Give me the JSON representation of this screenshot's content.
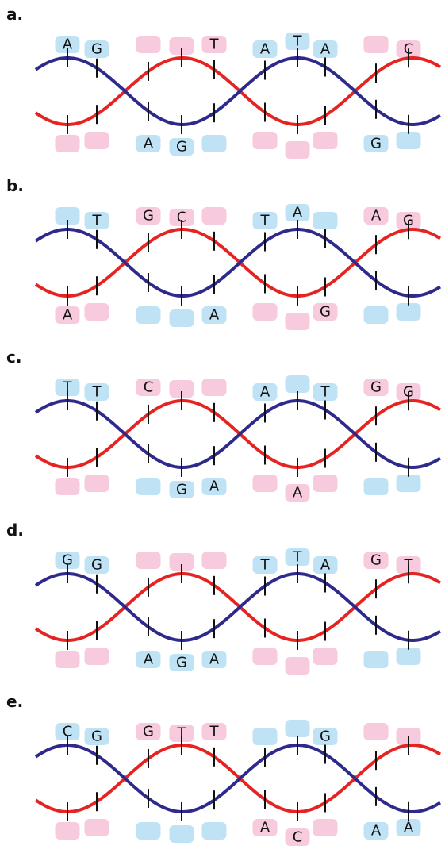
{
  "colors": {
    "strand_blue": "#2e2a8c",
    "strand_red": "#e52421",
    "box_blue": "#bfe3f5",
    "box_pink": "#f7cadd",
    "rung": "#111111"
  },
  "panels": [
    {
      "label": "a.",
      "top": [
        {
          "c": "blue",
          "t": "A"
        },
        {
          "c": "blue",
          "t": "G"
        },
        {
          "c": "pink",
          "t": ""
        },
        {
          "c": "pink",
          "t": ""
        },
        {
          "c": "pink",
          "t": "T"
        },
        {
          "c": "blue",
          "t": "A"
        },
        {
          "c": "blue",
          "t": "T"
        },
        {
          "c": "blue",
          "t": "A"
        },
        {
          "c": "pink",
          "t": ""
        },
        {
          "c": "pink",
          "t": "C"
        }
      ],
      "bottom": [
        {
          "c": "pink",
          "t": ""
        },
        {
          "c": "pink",
          "t": ""
        },
        {
          "c": "blue",
          "t": "A"
        },
        {
          "c": "blue",
          "t": "G"
        },
        {
          "c": "blue",
          "t": ""
        },
        {
          "c": "pink",
          "t": ""
        },
        {
          "c": "pink",
          "t": ""
        },
        {
          "c": "pink",
          "t": ""
        },
        {
          "c": "blue",
          "t": "G"
        },
        {
          "c": "blue",
          "t": ""
        }
      ]
    },
    {
      "label": "b.",
      "top": [
        {
          "c": "blue",
          "t": ""
        },
        {
          "c": "blue",
          "t": "T"
        },
        {
          "c": "pink",
          "t": "G"
        },
        {
          "c": "pink",
          "t": "C"
        },
        {
          "c": "pink",
          "t": ""
        },
        {
          "c": "blue",
          "t": "T"
        },
        {
          "c": "blue",
          "t": "A"
        },
        {
          "c": "blue",
          "t": ""
        },
        {
          "c": "pink",
          "t": "A"
        },
        {
          "c": "pink",
          "t": "G"
        }
      ],
      "bottom": [
        {
          "c": "pink",
          "t": "A"
        },
        {
          "c": "pink",
          "t": ""
        },
        {
          "c": "blue",
          "t": ""
        },
        {
          "c": "blue",
          "t": ""
        },
        {
          "c": "blue",
          "t": "A"
        },
        {
          "c": "pink",
          "t": ""
        },
        {
          "c": "pink",
          "t": ""
        },
        {
          "c": "pink",
          "t": "G"
        },
        {
          "c": "blue",
          "t": ""
        },
        {
          "c": "blue",
          "t": ""
        }
      ]
    },
    {
      "label": "c.",
      "top": [
        {
          "c": "blue",
          "t": "T"
        },
        {
          "c": "blue",
          "t": "T"
        },
        {
          "c": "pink",
          "t": "C"
        },
        {
          "c": "pink",
          "t": ""
        },
        {
          "c": "pink",
          "t": ""
        },
        {
          "c": "blue",
          "t": "A"
        },
        {
          "c": "blue",
          "t": ""
        },
        {
          "c": "blue",
          "t": "T"
        },
        {
          "c": "pink",
          "t": "G"
        },
        {
          "c": "pink",
          "t": "G"
        }
      ],
      "bottom": [
        {
          "c": "pink",
          "t": ""
        },
        {
          "c": "pink",
          "t": ""
        },
        {
          "c": "blue",
          "t": ""
        },
        {
          "c": "blue",
          "t": "G"
        },
        {
          "c": "blue",
          "t": "A"
        },
        {
          "c": "pink",
          "t": ""
        },
        {
          "c": "pink",
          "t": "A"
        },
        {
          "c": "pink",
          "t": ""
        },
        {
          "c": "blue",
          "t": ""
        },
        {
          "c": "blue",
          "t": ""
        }
      ]
    },
    {
      "label": "d.",
      "top": [
        {
          "c": "blue",
          "t": "G"
        },
        {
          "c": "blue",
          "t": "G"
        },
        {
          "c": "pink",
          "t": ""
        },
        {
          "c": "pink",
          "t": ""
        },
        {
          "c": "pink",
          "t": ""
        },
        {
          "c": "blue",
          "t": "T"
        },
        {
          "c": "blue",
          "t": "T"
        },
        {
          "c": "blue",
          "t": "A"
        },
        {
          "c": "pink",
          "t": "G"
        },
        {
          "c": "pink",
          "t": "T"
        }
      ],
      "bottom": [
        {
          "c": "pink",
          "t": ""
        },
        {
          "c": "pink",
          "t": ""
        },
        {
          "c": "blue",
          "t": "A"
        },
        {
          "c": "blue",
          "t": "G"
        },
        {
          "c": "blue",
          "t": "A"
        },
        {
          "c": "pink",
          "t": ""
        },
        {
          "c": "pink",
          "t": ""
        },
        {
          "c": "pink",
          "t": ""
        },
        {
          "c": "blue",
          "t": ""
        },
        {
          "c": "blue",
          "t": ""
        }
      ]
    },
    {
      "label": "e.",
      "top": [
        {
          "c": "blue",
          "t": "C"
        },
        {
          "c": "blue",
          "t": "G"
        },
        {
          "c": "pink",
          "t": "G"
        },
        {
          "c": "pink",
          "t": "T"
        },
        {
          "c": "pink",
          "t": "T"
        },
        {
          "c": "blue",
          "t": ""
        },
        {
          "c": "blue",
          "t": ""
        },
        {
          "c": "blue",
          "t": "G"
        },
        {
          "c": "pink",
          "t": ""
        },
        {
          "c": "pink",
          "t": ""
        }
      ],
      "bottom": [
        {
          "c": "pink",
          "t": ""
        },
        {
          "c": "pink",
          "t": ""
        },
        {
          "c": "blue",
          "t": ""
        },
        {
          "c": "blue",
          "t": ""
        },
        {
          "c": "blue",
          "t": ""
        },
        {
          "c": "pink",
          "t": "A"
        },
        {
          "c": "pink",
          "t": "C"
        },
        {
          "c": "pink",
          "t": ""
        },
        {
          "c": "blue",
          "t": "A"
        },
        {
          "c": "blue",
          "t": "A"
        }
      ]
    }
  ]
}
